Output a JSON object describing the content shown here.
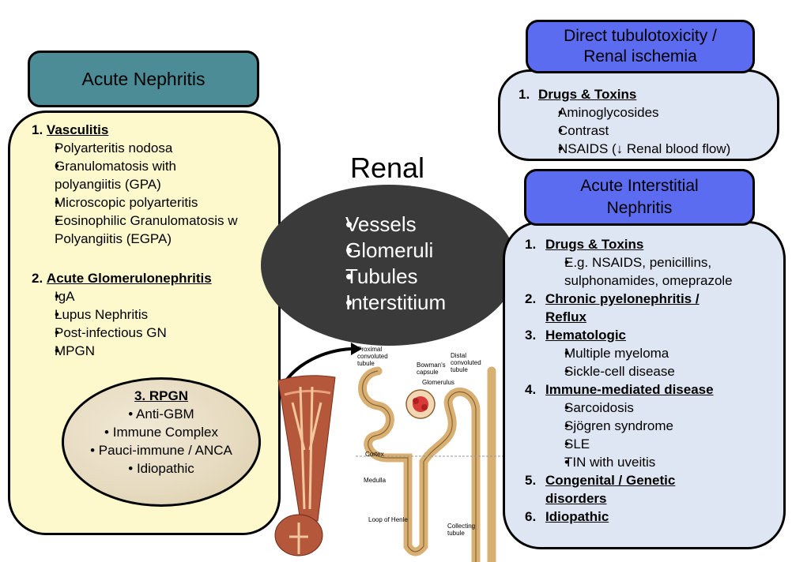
{
  "acute_nephritis": {
    "title": "Acute Nephritis",
    "sections": [
      {
        "num": "1.",
        "title": "Vasculitis",
        "items": [
          "Polyarteritis nodosa",
          "Granulomatosis with polyangiitis (GPA)",
          "Microscopic polyarteritis",
          "Eosinophilic Granulomatosis w Polyangiitis (EGPA)"
        ]
      },
      {
        "num": "2.",
        "title": "Acute Glomerulonephritis",
        "items": [
          "IgA",
          "Lupus Nephritis",
          "Post-infectious GN",
          "MPGN"
        ]
      }
    ],
    "rpgn": {
      "title": "3. RPGN",
      "items": [
        "Anti-GBM",
        "Immune Complex",
        "Pauci-immune / ANCA",
        "Idiopathic"
      ]
    }
  },
  "renal": {
    "title": "Renal",
    "items": [
      "Vessels",
      "Glomeruli",
      "Tubules",
      "Interstitium"
    ]
  },
  "nephron_labels": {
    "proximal": "Proximal convoluted tubule",
    "bowman": "Bowman's capsule",
    "glomerulus": "Glomerulus",
    "distal": "Distal convoluted tubule",
    "cortex": "Cortex",
    "medulla": "Medulla",
    "loop": "Loop of Henle",
    "collecting": "Collecting tubule"
  },
  "direct_tubulotoxicity": {
    "title_line1": "Direct tubulotoxicity /",
    "title_line2": "Renal ischemia",
    "num": "1.",
    "section_title": "Drugs & Toxins",
    "items": [
      "Aminoglycosides",
      "Contrast",
      "NSAIDS (↓ Renal blood flow)"
    ]
  },
  "ain": {
    "title_line1": "Acute Interstitial",
    "title_line2": "Nephritis",
    "sections": [
      {
        "num": "1.",
        "title": "Drugs & Toxins",
        "items": [
          "E.g. NSAIDS, penicillins, sulphonamides, omeprazole"
        ]
      },
      {
        "num": "2.",
        "title": "Chronic pyelonephritis / Reflux",
        "items": []
      },
      {
        "num": "3.",
        "title": "Hematologic",
        "items": [
          "Multiple myeloma",
          "Sickle-cell disease"
        ]
      },
      {
        "num": "4.",
        "title": "Immune-mediated disease",
        "items": [
          "Sarcoidosis",
          "Sjögren syndrome",
          "SLE",
          "TIN with uveitis"
        ]
      },
      {
        "num": "5.",
        "title": "Congenital / Genetic disorders",
        "items": []
      },
      {
        "num": "6.",
        "title": "Idiopathic",
        "items": []
      }
    ]
  },
  "colors": {
    "yellow_panel": "#fdf9cc",
    "teal_header": "#4c8c96",
    "blue_header": "#5b6cf0",
    "blue_panel": "#dfe6f3",
    "renal_ellipse": "#3a3a3a",
    "rpgn_fill": "#eae0cc"
  }
}
